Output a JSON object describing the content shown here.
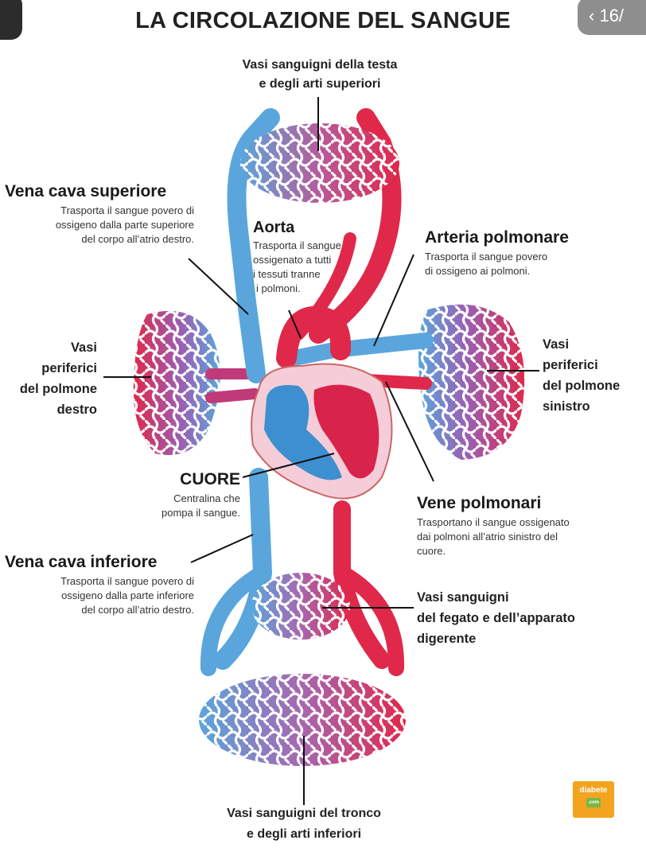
{
  "title": "LA CIRCOLAZIONE DEL SANGUE",
  "counter": "16/",
  "labels": {
    "head_vessels": [
      "Vasi sanguigni della testa",
      "e degli arti superiori"
    ],
    "vena_cava_superiore": {
      "title": "Vena cava superiore",
      "desc": [
        "Trasporta il sangue povero di",
        "ossigeno dalla parte superiore",
        "del corpo all’atrio destro."
      ]
    },
    "aorta": {
      "title": "Aorta",
      "desc": [
        "Trasporta il sangue",
        "ossigenato  a tutti",
        "i tessuti tranne",
        "i polmoni."
      ]
    },
    "arteria_polmonare": {
      "title": "Arteria polmonare",
      "desc": [
        "Trasporta il sangue povero",
        "di ossigeno ai polmoni."
      ]
    },
    "lung_right": [
      "Vasi",
      "periferici",
      "del polmone",
      "destro"
    ],
    "lung_left": [
      "Vasi",
      "periferici",
      "del polmone",
      "sinistro"
    ],
    "cuore": {
      "title": "CUORE",
      "desc": [
        "Centralina che",
        "pompa il sangue."
      ]
    },
    "vene_polmonari": {
      "title": "Vene polmonari",
      "desc": [
        "Trasportano il sangue ossigenato",
        "dai polmoni  all’atrio sinistro del",
        "cuore."
      ]
    },
    "vena_cava_inferiore": {
      "title": "Vena cava inferiore",
      "desc": [
        "Trasporta il sangue povero di",
        "ossigeno dalla parte inferiore",
        "del corpo all’atrio destro."
      ]
    },
    "liver": [
      "Vasi sanguigni",
      "del fegato e dell’apparato",
      "digerente"
    ],
    "lower_vessels": [
      "Vasi sanguigni del tronco",
      "e degli arti inferiori"
    ]
  },
  "logo": {
    "line1": "diabete",
    "line2": ".com"
  },
  "colors": {
    "artery_red": "#e0284a",
    "vein_blue": "#5aa6dc",
    "heart_shell": "#f4cdd8",
    "logo_orange": "#f2a41e"
  }
}
